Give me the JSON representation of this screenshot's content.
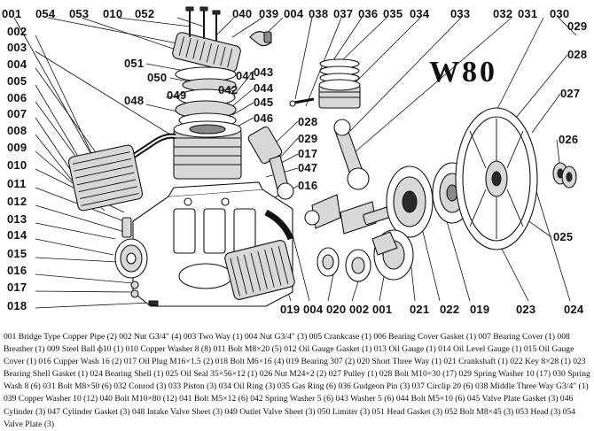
{
  "model": "W80",
  "callouts": {
    "top": [
      "001",
      "054",
      "053",
      "010",
      "052",
      "040",
      "039",
      "004",
      "038",
      "037",
      "036",
      "035",
      "034",
      "033",
      "032",
      "031",
      "030",
      "029"
    ],
    "left": [
      "002",
      "003",
      "004",
      "005",
      "006",
      "007",
      "008",
      "009",
      "010",
      "011",
      "012",
      "013",
      "014",
      "015",
      "016",
      "017",
      "018"
    ],
    "center": [
      "051",
      "050",
      "041",
      "049",
      "042",
      "048",
      "043",
      "044",
      "045",
      "046",
      "028",
      "029",
      "017",
      "047",
      "016"
    ],
    "right": [
      "028",
      "027",
      "026",
      "025"
    ],
    "bottom": [
      "019",
      "004",
      "020",
      "002",
      "001",
      "021",
      "022",
      "019",
      "023",
      "024"
    ]
  },
  "legend": "001 Bridge Type Copper Pipe (2) 002 Nut G3/4\" (4) 003 Two Way (1) 004 Nut G3/4\" (3) 005 Crankcase (1) 006 Bearing Cover Gasket (1) 007 Bearing Cover (1) 008 Breather (1) 009 Steel Ball ф10 (1) 010 Copper Washer 8 (8) 011 Bolt M8×20 (5) 012 Oil Gauge Gasket (1) 013 Oil Gauge (1) 014 Oil Level Gauge (1) 015 Oil Gauge Cover (1) 016 Cupper Wash 16 (2) 017 Oil Plug M16×1.5 (2) 018 Bolt M6×16 (4) 019 Bearing 307 (2) 020 Short Three Way (1) 021 Crankshaft (1) 022 Key 8×28 (1) 023 Bearing Shell Gasket (1) 024 Bearing Shell (1) 025 Oil Seal 35×56×12 (1) 026 Nut M24×2 (2) 027 Pulley (1) 028 Bolt M10×30 (17) 029 Spring Washer 10 (17) 030 Spring Wash 8 (6) 031 Bolt M8×50 (6) 032 Conrod (3) 033 Piston (3) 034 Oil Ring (3) 035 Gas Ring (6) 036 Gudgeon Pin (3) 037 Circlip 20 (6) 038 Middle Three Way G3/4\" (1) 039 Copper Washer 10 (12) 040 Bolt M10×80 (12) 041 Bolt M5×12 (6) 042 Spring Washer 5 (6) 043 Washer 5 (6) 044 Bolt M5×10 (6) 045 Valve Plate Gasket (3) 046 Cylinder (3) 047 Cylinder Gasket (3) 048 Intake Valve Sheet (3) 049 Outlet Valve Sheet (3) 050 Limiter (3) 051 Head Gasket (3) 052 Bolt M8×45 (3) 053 Head (3) 054 Valve Plate (3)"
}
